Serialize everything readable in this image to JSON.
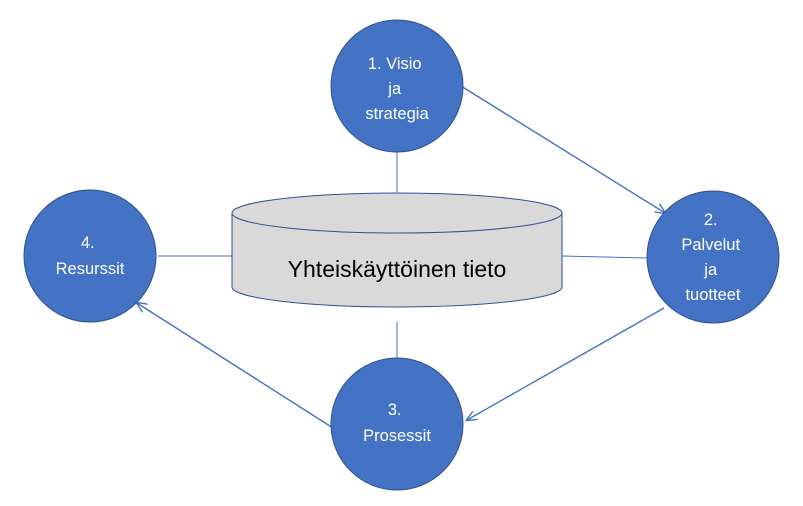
{
  "diagram": {
    "center": {
      "label": "Yhteiskäyttöinen tieto"
    },
    "nodes": [
      {
        "id": "visio",
        "lines": [
          "1. Visio",
          "ja",
          "strategia"
        ]
      },
      {
        "id": "palvelut",
        "lines": [
          "2.",
          "Palvelut",
          "ja",
          "tuotteet"
        ]
      },
      {
        "id": "prosessit",
        "lines": [
          "3.",
          "Prosessit"
        ]
      },
      {
        "id": "resurssit",
        "lines": [
          "4.",
          "Resurssit"
        ]
      }
    ],
    "edges": [
      {
        "from": "visio",
        "to": "palvelut",
        "arrow": true
      },
      {
        "from": "palvelut",
        "to": "prosessit",
        "arrow": true
      },
      {
        "from": "prosessit",
        "to": "resurssit",
        "arrow": true
      }
    ],
    "colors": {
      "node_fill": "#4472C4",
      "node_stroke": "#2F528F",
      "cylinder_fill": "#D9D9D9",
      "cylinder_stroke": "#2F528F",
      "connector": "#4472C4"
    }
  }
}
